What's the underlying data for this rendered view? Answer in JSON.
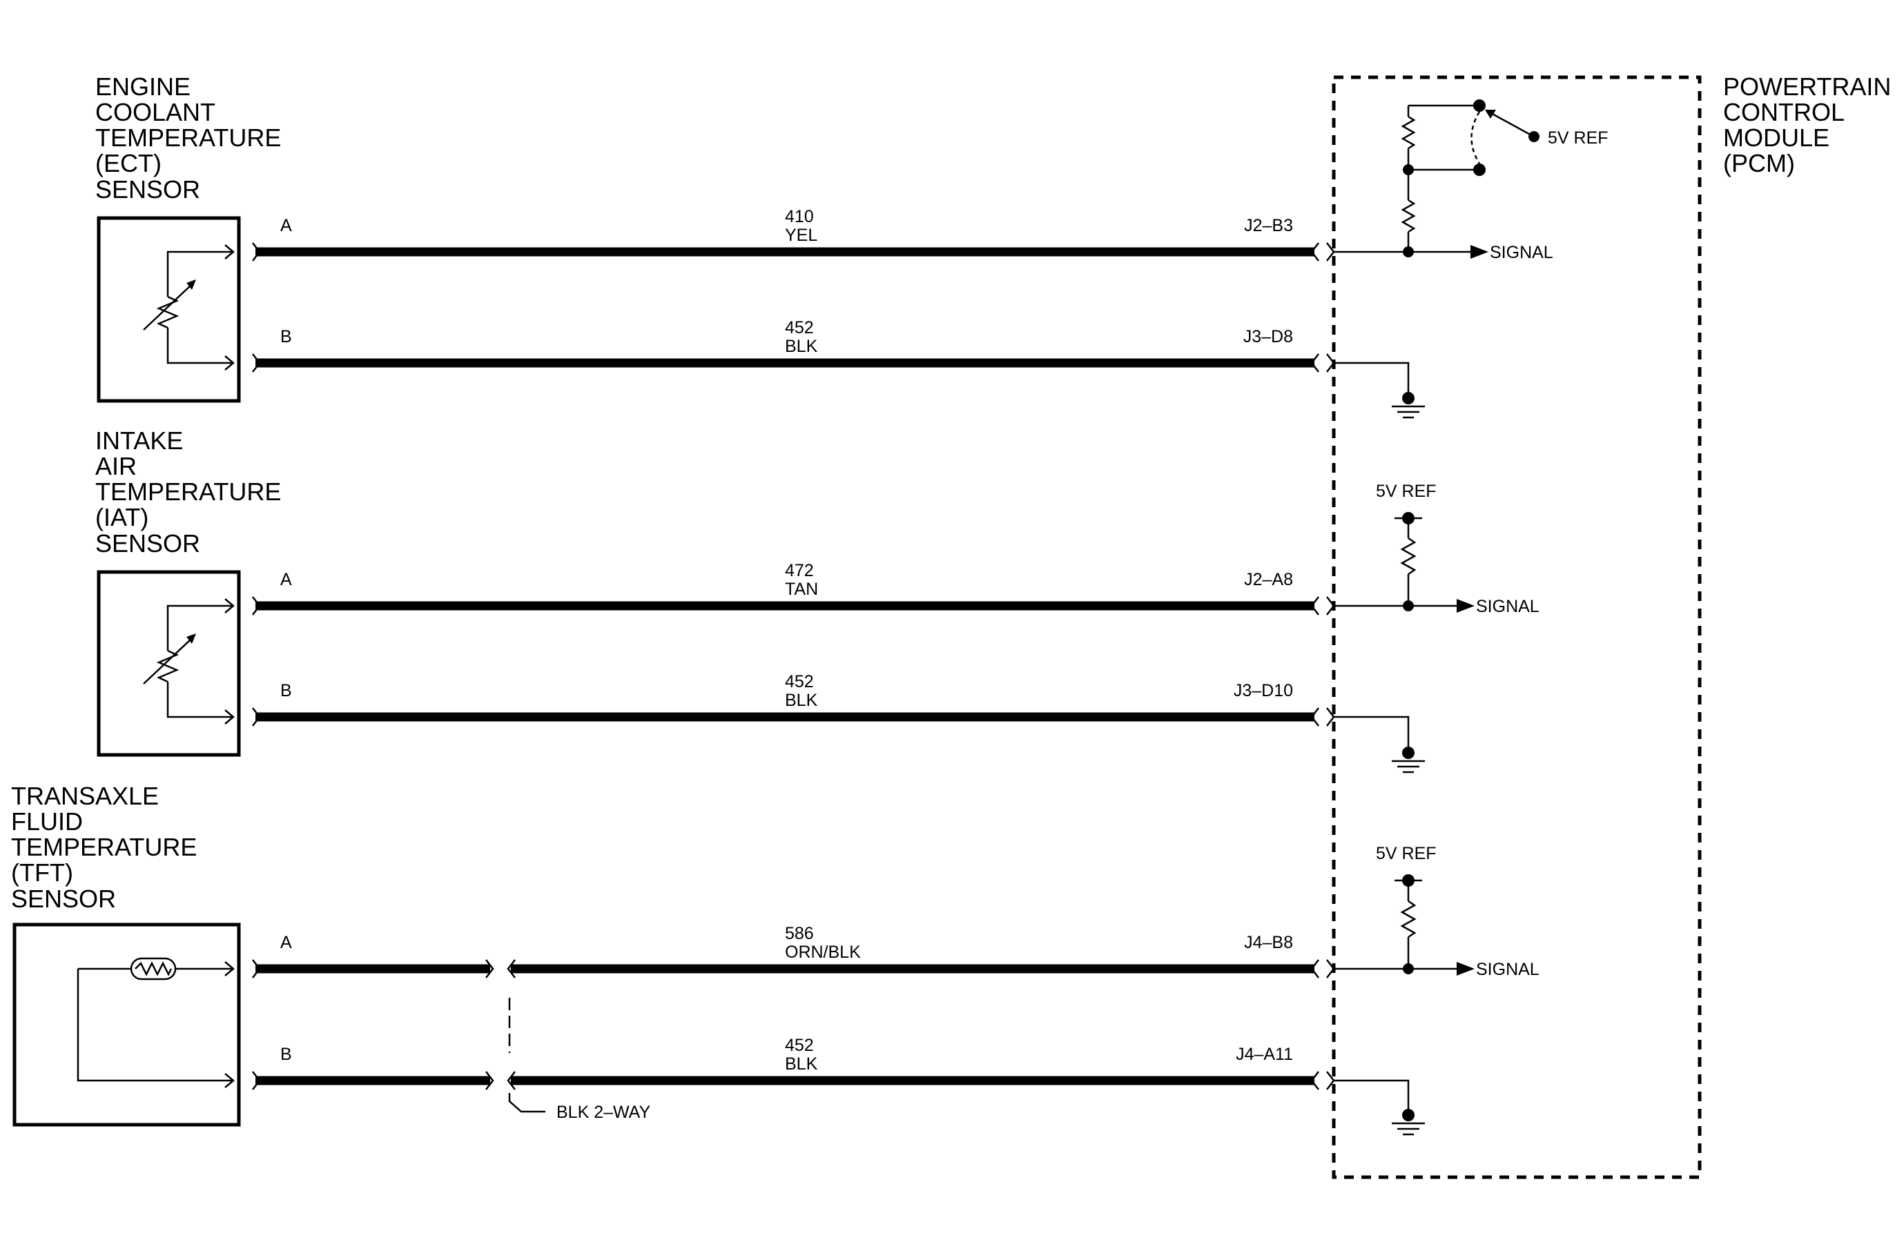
{
  "sensors": {
    "ect": [
      "ENGINE",
      "COOLANT",
      "TEMPERATURE",
      "(ECT)",
      "SENSOR"
    ],
    "iat": [
      "INTAKE",
      "AIR",
      "TEMPERATURE",
      "(IAT)",
      "SENSOR"
    ],
    "tft": [
      "TRANSAXLE",
      "FLUID",
      "TEMPERATURE",
      "(TFT)",
      "SENSOR"
    ]
  },
  "pcm": [
    "POWERTRAIN",
    "CONTROL",
    "MODULE",
    "(PCM)"
  ],
  "pins": {
    "a": "A",
    "b": "B"
  },
  "circuits": [
    {
      "number": "410",
      "color": "YEL",
      "terminal": "J2–B3"
    },
    {
      "number": "452",
      "color": "BLK",
      "terminal": "J3–D8"
    },
    {
      "number": "472",
      "color": "TAN",
      "terminal": "J2–A8"
    },
    {
      "number": "452",
      "color": "BLK",
      "terminal": "J3–D10"
    },
    {
      "number": "586",
      "color": "ORN/BLK",
      "terminal": "J4–B8"
    },
    {
      "number": "452",
      "color": "BLK",
      "terminal": "J4–A11"
    }
  ],
  "pcm_labels": {
    "ref": "5V REF",
    "signal": "SIGNAL"
  },
  "connector": "BLK 2–WAY"
}
